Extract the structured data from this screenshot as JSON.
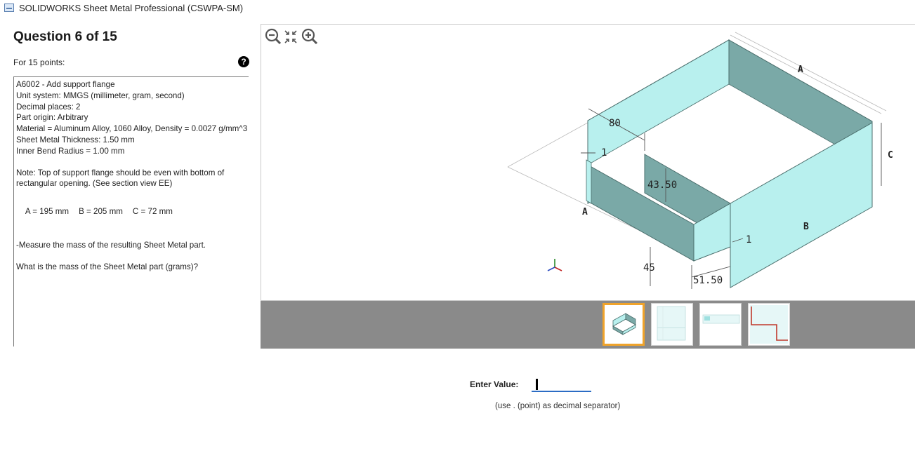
{
  "window": {
    "title": "SOLIDWORKS Sheet Metal Professional (CSWPA-SM)"
  },
  "question": {
    "heading": "Question 6 of 15",
    "points": "For 15 points:",
    "help_glyph": "?",
    "lines": [
      "A6002 - Add support flange",
      "Unit system: MMGS (millimeter, gram, second)",
      "Decimal places: 2",
      "Part origin: Arbitrary",
      "Material = Aluminum Alloy, 1060 Alloy, Density = 0.0027 g/mm^3",
      "Sheet Metal Thickness: 1.50 mm",
      "Inner Bend Radius = 1.00 mm"
    ],
    "note": "Note: Top of support flange should be even with bottom of rectangular opening. (See section view EE)",
    "dims": [
      "A = 195 mm",
      "B = 205 mm",
      "C = 72 mm"
    ],
    "task": "-Measure the mass of the resulting Sheet Metal part.",
    "ask": "What is the mass of the Sheet Metal part (grams)?"
  },
  "viewer": {
    "tools": [
      "zoom-out-icon",
      "fit-to-window-icon",
      "zoom-in-icon"
    ],
    "labels": {
      "a_top": "A",
      "a_left": "A",
      "b": "B",
      "c": "C",
      "d80": "80",
      "d1_left": "1",
      "d43": "43.50",
      "d45": "45",
      "d51": "51.50",
      "d1_right": "1"
    },
    "thumbnails": [
      "Isometric view",
      "Front section view",
      "Top view",
      "Section view EE"
    ],
    "active_thumbnail": 0
  },
  "answer": {
    "label": "Enter Value:",
    "value": "",
    "hint": "(use . (point) as decimal separator)"
  },
  "colors": {
    "flange_light": "#b8f0ee",
    "flange_dark": "#7aa9a7",
    "accent_input": "#2b6cc4",
    "thumb_active": "#f0a32a"
  }
}
